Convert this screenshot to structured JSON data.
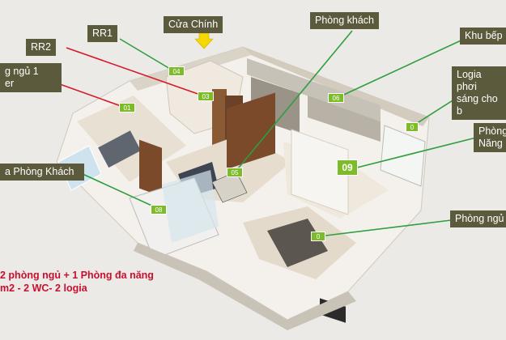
{
  "callouts": {
    "cua_chinh": "Cửa Chính",
    "rr1": "RR1",
    "rr2": "RR2",
    "phong_ngu_1": "g ngủ 1",
    "phong_ngu_1_sub": "er",
    "phong_khach": "Phòng khách",
    "khu_bep": "Khu bếp",
    "logia_phoi": "Logia phơi",
    "logia_phoi_sub": "sáng cho b",
    "logia_phong_khach": "a Phòng Khách",
    "phong_da_nang": "Phòng",
    "phong_da_nang_sub": "Năng",
    "phong_ngu_2": "Phòng ngủ"
  },
  "markers": {
    "m01": "01",
    "m03": "03",
    "m04": "04",
    "m05": "05",
    "m06": "06",
    "m08": "08",
    "m09": "09",
    "m0a": "0",
    "m0b": "0"
  },
  "summary": {
    "line1": "2 phòng ngủ + 1 Phòng đa năng",
    "line2": "m2 - 2 WC- 2 logia"
  },
  "colors": {
    "callout_bg": "#5c5a3c",
    "marker_green": "#7dbb2a",
    "leader_green": "#2e9e3e",
    "leader_red": "#d7182a",
    "entrance_arrow": "#f5d800",
    "caption_red": "#c8102e"
  }
}
